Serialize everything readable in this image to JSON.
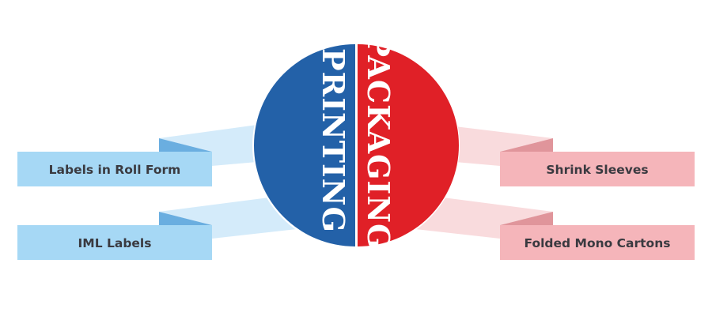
{
  "center": {
    "left_title": "PRINTING",
    "right_title": "PACKAGING"
  },
  "printing_items": [
    "Labels in Roll Form",
    "IML Labels"
  ],
  "packaging_items": [
    "Shrink Sleeves",
    "Folded Mono Cartons"
  ],
  "colors": {
    "printing": "#2361a8",
    "packaging": "#e02027",
    "printing_ribbon": "#a6d8f5",
    "packaging_ribbon": "#f5b5ba"
  }
}
